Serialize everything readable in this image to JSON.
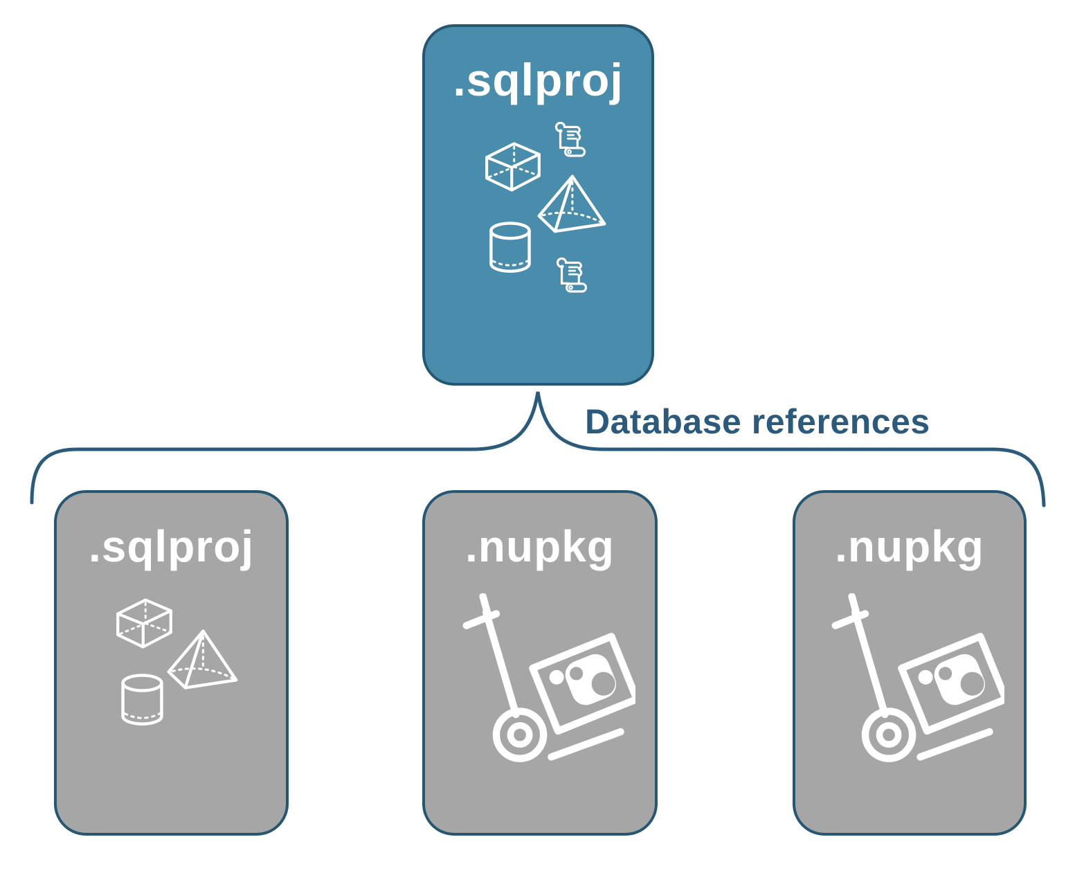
{
  "colors": {
    "highlight_fill": "#4A8CAB",
    "muted_fill": "#A6A6A6",
    "box_border": "#255672",
    "connector": "#2B5A7C",
    "label_text": "#FFFFFF",
    "icon": "#FFFFFF",
    "background": "#FFFFFF"
  },
  "root": {
    "label": ".sqlproj"
  },
  "connector": {
    "label": "Database references"
  },
  "children": [
    {
      "label": ".sqlproj"
    },
    {
      "label": ".nupkg"
    },
    {
      "label": ".nupkg"
    }
  ],
  "icons": {
    "root_box": [
      "script-scroll-icon",
      "cube-icon",
      "pyramid-icon",
      "cylinder-icon",
      "script-scroll-icon"
    ],
    "child_sqlproj_box": [
      "cube-icon",
      "pyramid-icon",
      "cylinder-icon"
    ],
    "child_nupkg_boxes": [
      "package-dolly-icon"
    ]
  }
}
